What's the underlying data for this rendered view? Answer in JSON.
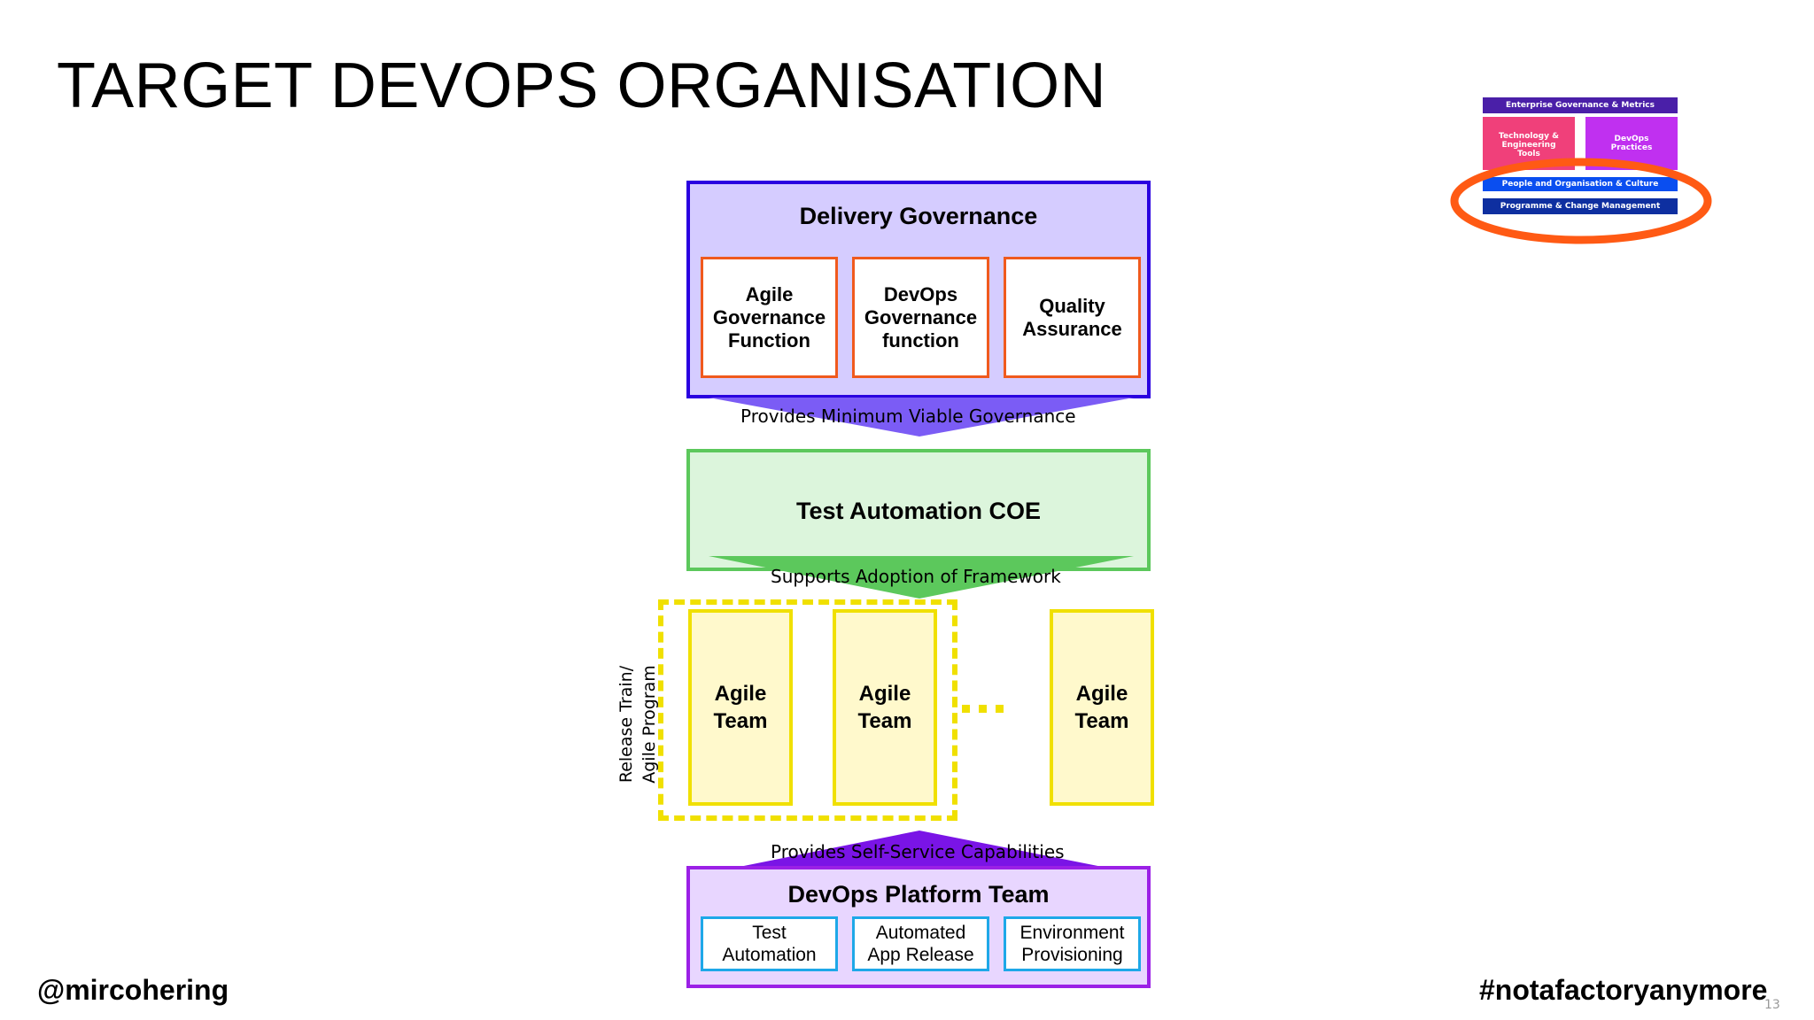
{
  "slide": {
    "title": "TARGET DEVOPS ORGANISATION",
    "footer_left": "@mircohering",
    "footer_right": "#notafactoryanymore",
    "page_number": "13"
  },
  "mini_map": {
    "enterprise": "Enterprise Governance & Metrics",
    "technology": "Technology &\nEngineering\nTools",
    "devops_practices": "DevOps\nPractices",
    "people": "People and Organisation & Culture",
    "programme": "Programme & Change Management"
  },
  "delivery_governance": {
    "title": "Delivery Governance",
    "items": [
      "Agile\nGovernance\nFunction",
      "DevOps\nGovernance\nfunction",
      "Quality\nAssurance"
    ],
    "arrow_label": "Provides Minimum Viable Governance"
  },
  "test_coe": {
    "title": "Test Automation COE",
    "arrow_label": "Supports Adoption of Framework"
  },
  "release_train": {
    "label": "Release Train/\nAgile Program",
    "teams": [
      "Agile\nTeam",
      "Agile\nTeam",
      "Agile\nTeam"
    ]
  },
  "platform": {
    "arrow_label": "Provides Self-Service Capabilities",
    "title": "DevOps Platform Team",
    "items": [
      "Test\nAutomation",
      "Automated\nApp Release",
      "Environment\nProvisioning"
    ]
  },
  "colors": {
    "governance_fill": "#d5ccff",
    "governance_border": "#2a00e0",
    "orange_border": "#f05a1e",
    "coe_fill": "#dcf5dc",
    "coe_border": "#5cc85c",
    "team_fill": "#fff9cc",
    "team_border": "#f0e000",
    "platform_fill": "#e8d6ff",
    "platform_border": "#9b20e6",
    "cyan_border": "#1ea8e8"
  }
}
